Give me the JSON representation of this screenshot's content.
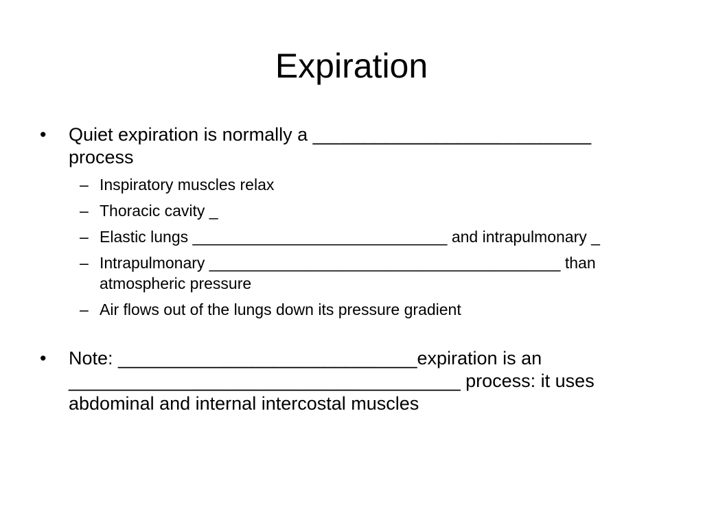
{
  "slide": {
    "title": "Expiration",
    "bullet_symbol": "•",
    "dash_symbol": "–",
    "items": [
      {
        "text": "Quiet expiration is normally a ___________________________ process",
        "subitems": [
          "Inspiratory muscles relax",
          "Thoracic cavity _",
          "Elastic lungs _____________________________ and intrapulmonary _",
          "Intrapulmonary ________________________________________ than atmospheric pressure",
          "Air flows out of the lungs down its pressure gradient"
        ]
      },
      {
        "text": "Note: _____________________________expiration is an ______________________________________ process: it uses abdominal and internal intercostal muscles"
      }
    ]
  }
}
